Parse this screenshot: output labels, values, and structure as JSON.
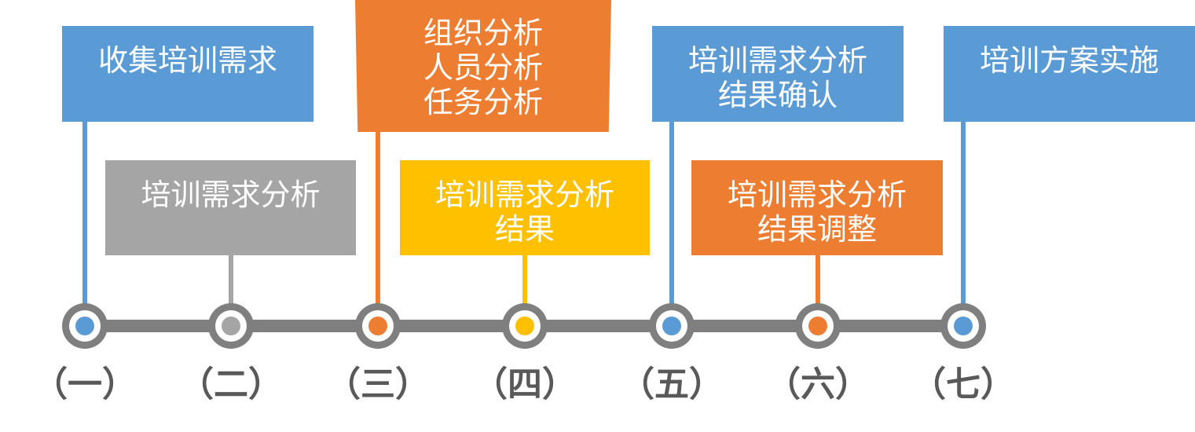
{
  "colors": {
    "blue": "#5b9bd5",
    "gray": "#a5a5a5",
    "orange": "#ed7d31",
    "yellow": "#ffc000",
    "timeline": "#7f7f7f",
    "step_text": "#595959"
  },
  "steps": [
    {
      "label": "（一）",
      "box_lines": [
        "收集培训需求"
      ],
      "color": "blue"
    },
    {
      "label": "（二）",
      "box_lines": [
        "培训需求分析"
      ],
      "color": "gray"
    },
    {
      "label": "（三）",
      "box_lines": [
        "组织分析",
        "人员分析",
        "任务分析"
      ],
      "color": "orange"
    },
    {
      "label": "（四）",
      "box_lines": [
        "培训需求分析",
        "结果"
      ],
      "color": "yellow"
    },
    {
      "label": "（五）",
      "box_lines": [
        "培训需求分析",
        "结果确认"
      ],
      "color": "blue"
    },
    {
      "label": "（六）",
      "box_lines": [
        "培训需求分析",
        "结果调整"
      ],
      "color": "orange"
    },
    {
      "label": "（七）",
      "box_lines": [
        "培训方案实施"
      ],
      "color": "blue"
    }
  ]
}
